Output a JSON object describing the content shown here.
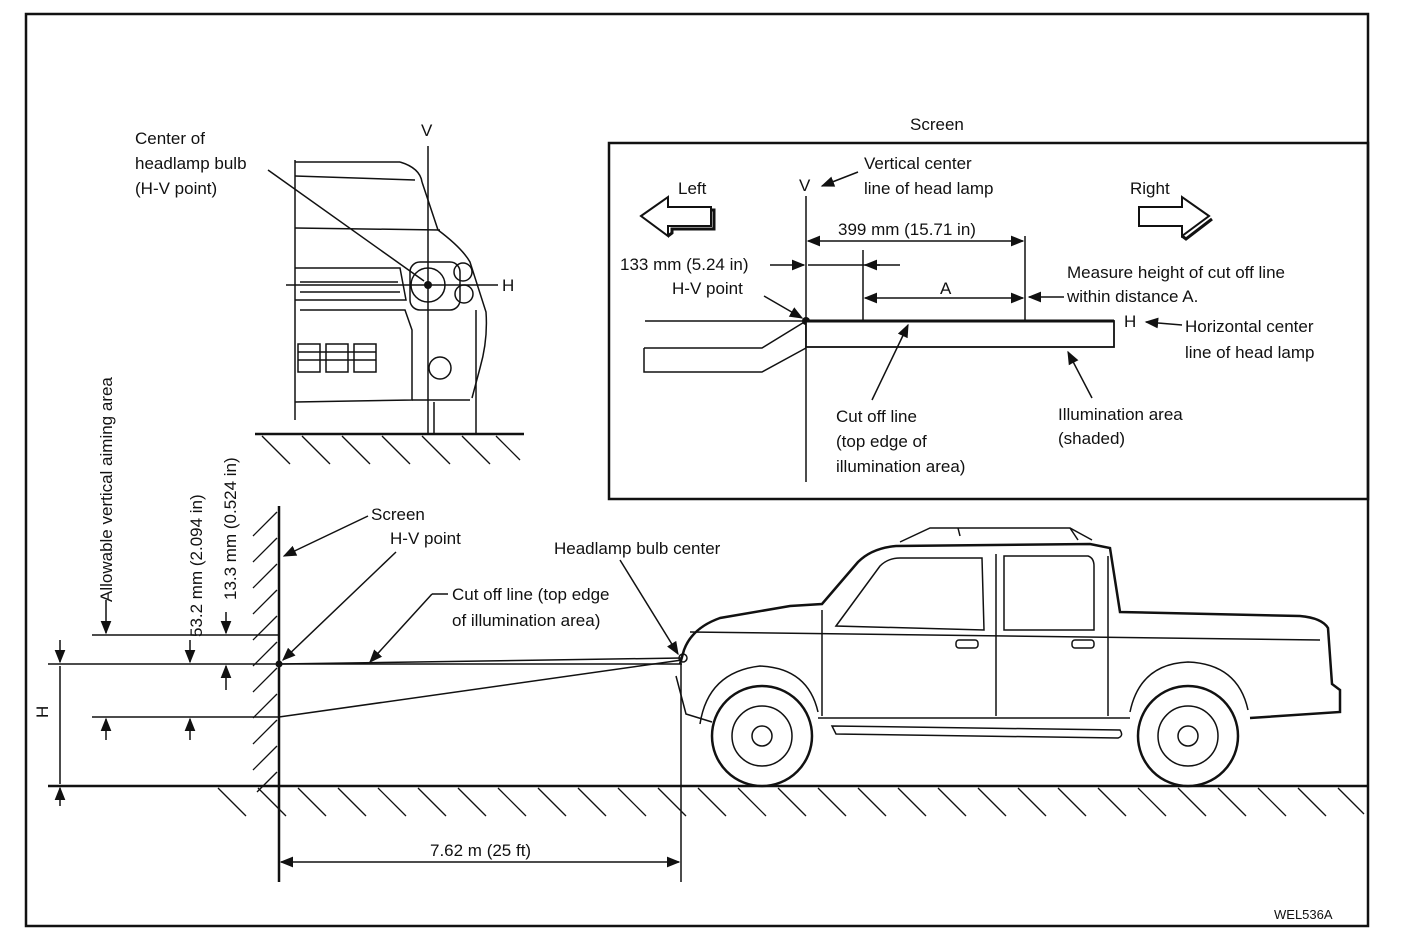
{
  "figure_id": "WEL536A",
  "front_view": {
    "center_bulb_label": [
      "Center of",
      "headlamp bulb",
      "(H-V point)"
    ],
    "v_label": "V",
    "h_label": "H"
  },
  "screen_panel": {
    "title": "Screen",
    "left_label": "Left",
    "right_label": "Right",
    "v_label": "V",
    "vertical_center": [
      "Vertical center",
      "line of head lamp"
    ],
    "dim_399": "399 mm (15.71 in)",
    "dim_133": "133 mm (5.24 in)",
    "hv_point": "H-V point",
    "a_label": "A",
    "measure_note": [
      "Measure height of cut off line",
      "within distance A."
    ],
    "h_label": "H",
    "horizontal_center": [
      "Horizontal center",
      "line of head lamp"
    ],
    "cutoff_label": [
      "Cut off line",
      "(top edge of",
      "illumination area)"
    ],
    "illumination_label": [
      "Illumination area",
      "(shaded)"
    ]
  },
  "side_view": {
    "allowable_area": "Allowable vertical aiming area",
    "dim_53": "53.2 mm (2.094 in)",
    "dim_13": "13.3 mm (0.524 in)",
    "screen_label": "Screen",
    "hv_point": "H-V point",
    "cutoff_label": [
      "Cut off line (top edge",
      "of illumination area)"
    ],
    "bulb_center": "Headlamp bulb center",
    "h_label": "H",
    "distance": "7.62 m (25 ft)"
  }
}
